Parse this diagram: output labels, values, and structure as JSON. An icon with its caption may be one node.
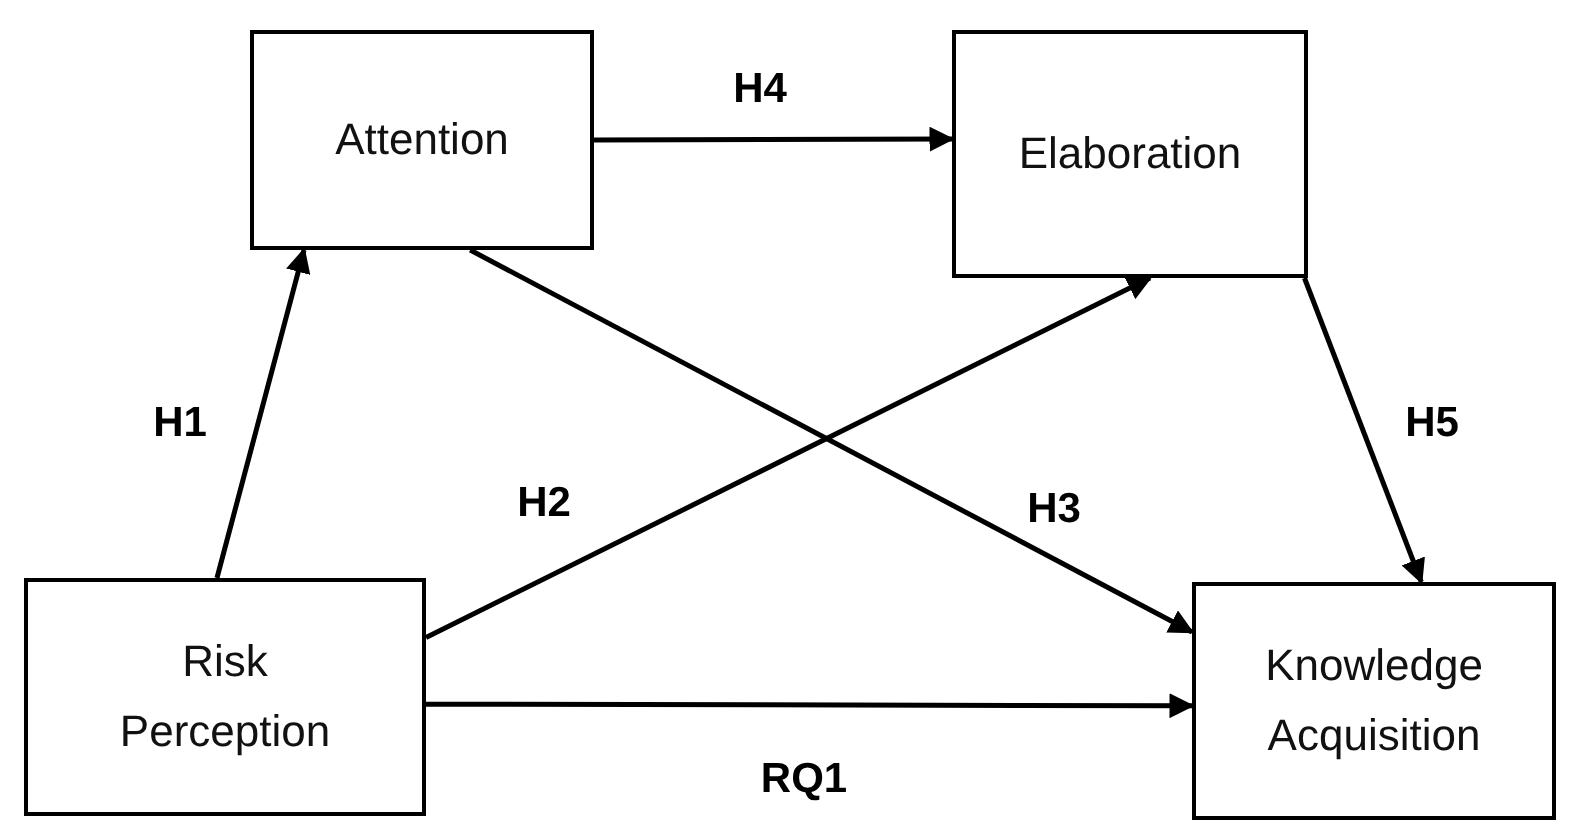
{
  "diagram": {
    "nodes": [
      {
        "text": [
          "Attention"
        ]
      },
      {
        "text": [
          "Elaboration"
        ]
      },
      {
        "text": [
          "Risk Perception"
        ]
      },
      {
        "text": [
          "Knowledge Acquisition"
        ]
      }
    ],
    "edges": [
      {
        "from": 2,
        "to": 0,
        "arrow": "to",
        "label": "H1"
      },
      {
        "from": 2,
        "to": 1,
        "arrow": "to",
        "label": "H2"
      },
      {
        "from": 0,
        "to": 3,
        "arrow": "to",
        "label": "H3"
      },
      {
        "from": 0,
        "to": 1,
        "arrow": "to",
        "label": "H4"
      },
      {
        "from": 1,
        "to": 3,
        "arrow": "to",
        "label": "H5"
      },
      {
        "from": 2,
        "to": 3,
        "arrow": "to",
        "label": "RQ1"
      }
    ]
  }
}
